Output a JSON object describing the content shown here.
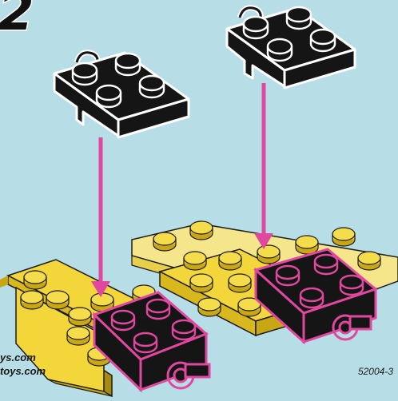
{
  "step": {
    "number": "2"
  },
  "footer": {
    "url_line_1": "ys.com",
    "url_line_2": "toys.com",
    "part_number": "52004-3"
  },
  "colors": {
    "background": "#b7dde6",
    "yellow_plate": "#f2d63a",
    "yellow_plate_dark": "#d9b81e",
    "translucent_plate": "#f7e78a",
    "black_brick": "#151515",
    "highlight": "#e0479e",
    "stud_outline": "#ffffff"
  },
  "icons": {
    "arrow_left": "placement-arrow-left",
    "arrow_right": "placement-arrow-right",
    "brick_left": "black-2x2-plate-with-clip-left",
    "brick_right": "black-2x2-plate-with-clip-right"
  }
}
